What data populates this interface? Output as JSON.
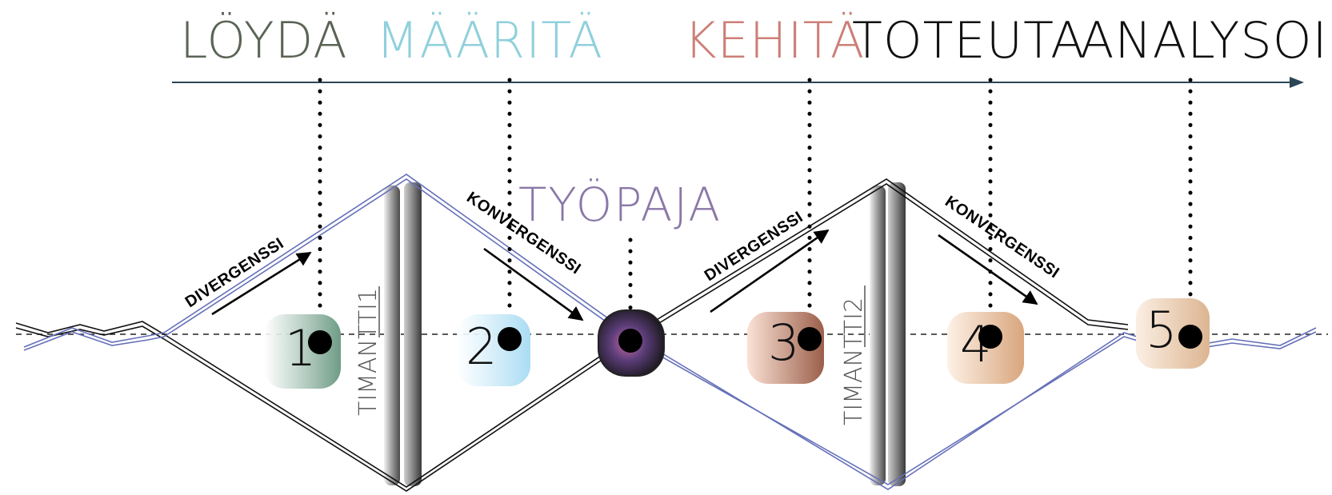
{
  "phases": [
    {
      "label": "LÖYDÄ",
      "color": "#5a6455"
    },
    {
      "label": "MÄÄRITÄ",
      "color": "#8fd0dc"
    },
    {
      "label": "KEHITÄ",
      "color": "#cc7f77"
    },
    {
      "label": "TOTEUTA",
      "color": "#111111"
    },
    {
      "label": "ANALYSOI",
      "color": "#111111"
    }
  ],
  "workshop": {
    "label": "TYÖPAJA",
    "color": "#8a78a8"
  },
  "arrows": [
    {
      "label": "DIVERGENSSI"
    },
    {
      "label": "KONVERGENSSI"
    },
    {
      "label": "DIVERGENSSI"
    },
    {
      "label": "KONVERGENSSI"
    }
  ],
  "diamonds": [
    {
      "label": "TIMANTTI1"
    },
    {
      "label": "TIMANTTI2"
    }
  ],
  "stages": [
    {
      "number": "1",
      "color": "#6e9c86"
    },
    {
      "number": "2",
      "color": "#aadcf4"
    },
    {
      "number": "3",
      "color": "#b97a63"
    },
    {
      "number": "4",
      "color": "#ddb492"
    },
    {
      "number": "5",
      "color": "#e4c4a8"
    }
  ],
  "colors": {
    "timeline": "#2c4657",
    "path_blue": "#6570b8",
    "path_black": "#111111"
  }
}
